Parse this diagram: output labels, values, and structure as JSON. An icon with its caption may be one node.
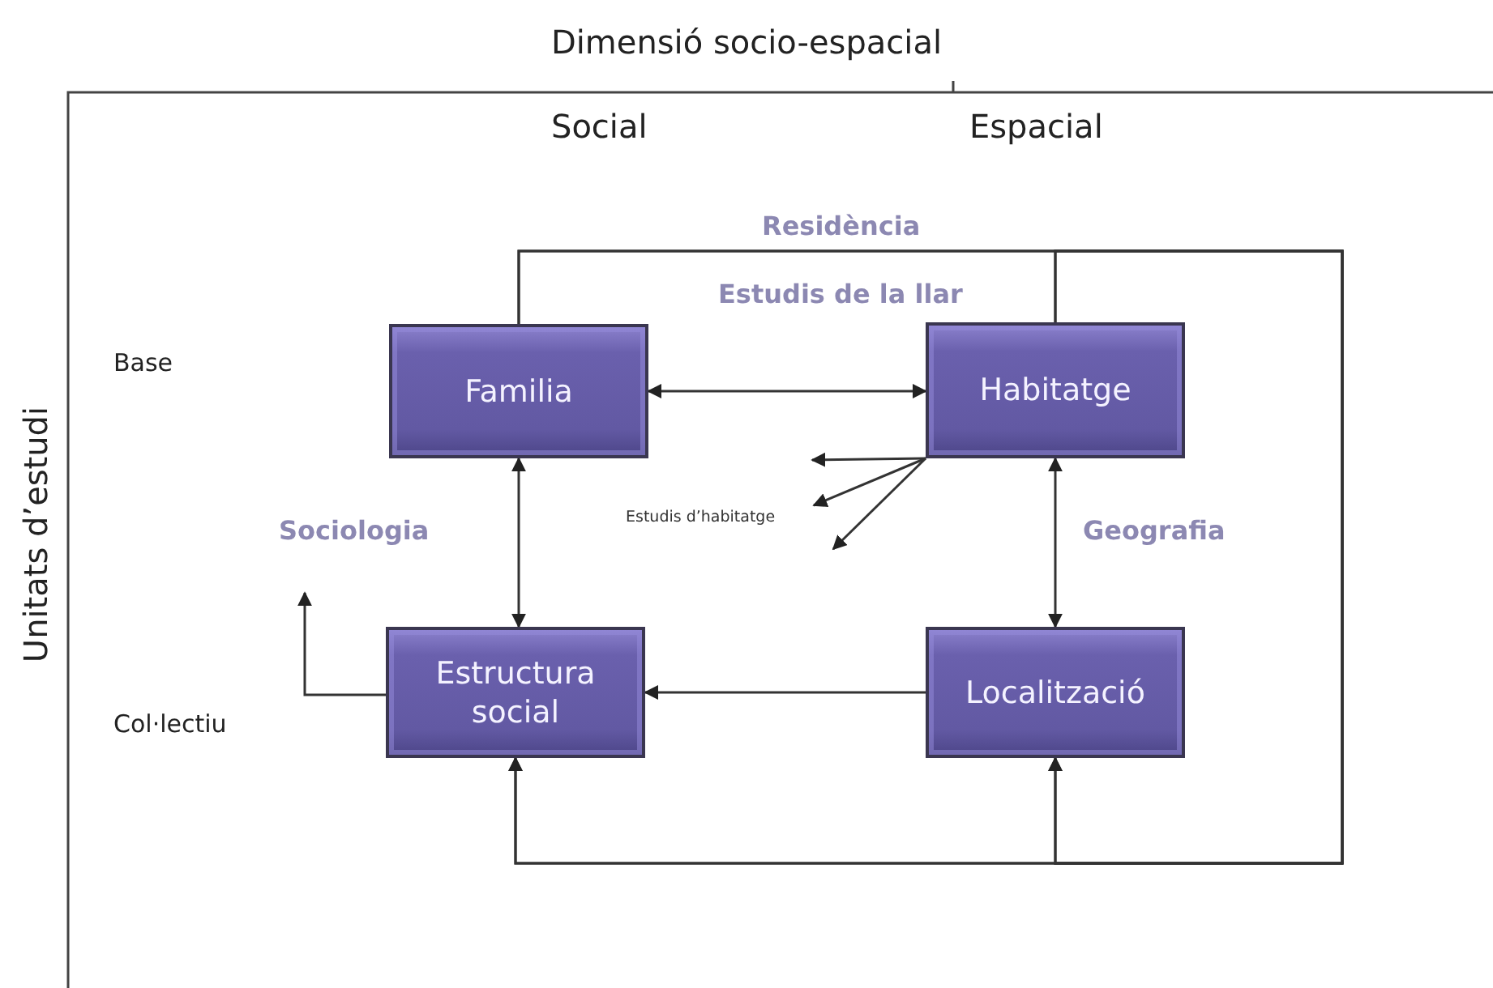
{
  "diagram": {
    "title": "Dimensió socio-espacial",
    "nodes": [
      {
        "text": [
          "Familia"
        ]
      },
      {
        "text": [
          "Habitatge"
        ]
      },
      {
        "text": [
          "Estructura social"
        ]
      },
      {
        "text": [
          "Localització"
        ]
      }
    ],
    "edges": [
      {
        "from": 0,
        "to": 1,
        "arrow": "both"
      },
      {
        "from": 0,
        "to": 2,
        "arrow": "both"
      },
      {
        "from": 1,
        "to": 3,
        "arrow": "both"
      },
      {
        "from": 3,
        "to": 2,
        "arrow": "to"
      },
      {
        "from": 2,
        "to": null,
        "arrow": "to"
      },
      {
        "from": 1,
        "to": null,
        "arrow": "to"
      },
      {
        "from": 1,
        "to": null,
        "arrow": "to"
      },
      {
        "from": 1,
        "to": null,
        "arrow": "to"
      },
      {
        "from": 0,
        "to": 2,
        "arrow": "to"
      },
      {
        "from": 0,
        "to": 3,
        "arrow": "to"
      },
      {
        "from": 1,
        "to": 2,
        "arrow": "to"
      },
      {
        "from": 1,
        "to": 3,
        "arrow": "to"
      }
    ],
    "labels": [
      "Unitats d’estudi",
      "Social",
      "Espacial",
      "Residència",
      "Estudis de la llar",
      "Base",
      "Estudis d’habitatge",
      "Sociologia",
      "Geografia",
      "Col·lectiu"
    ]
  }
}
